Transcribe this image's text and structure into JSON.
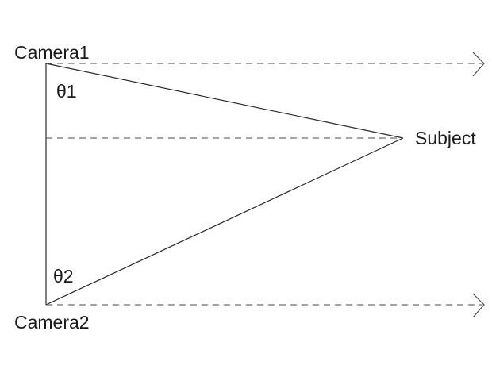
{
  "labels": {
    "camera1": "Camera1",
    "camera2": "Camera2",
    "subject": "Subject",
    "theta1": "θ1",
    "theta2": "θ2"
  },
  "colors": {
    "line": "#2a2a2a",
    "dashed": "#4a4a4a",
    "text": "#1a1a1a",
    "background": "#ffffff"
  }
}
